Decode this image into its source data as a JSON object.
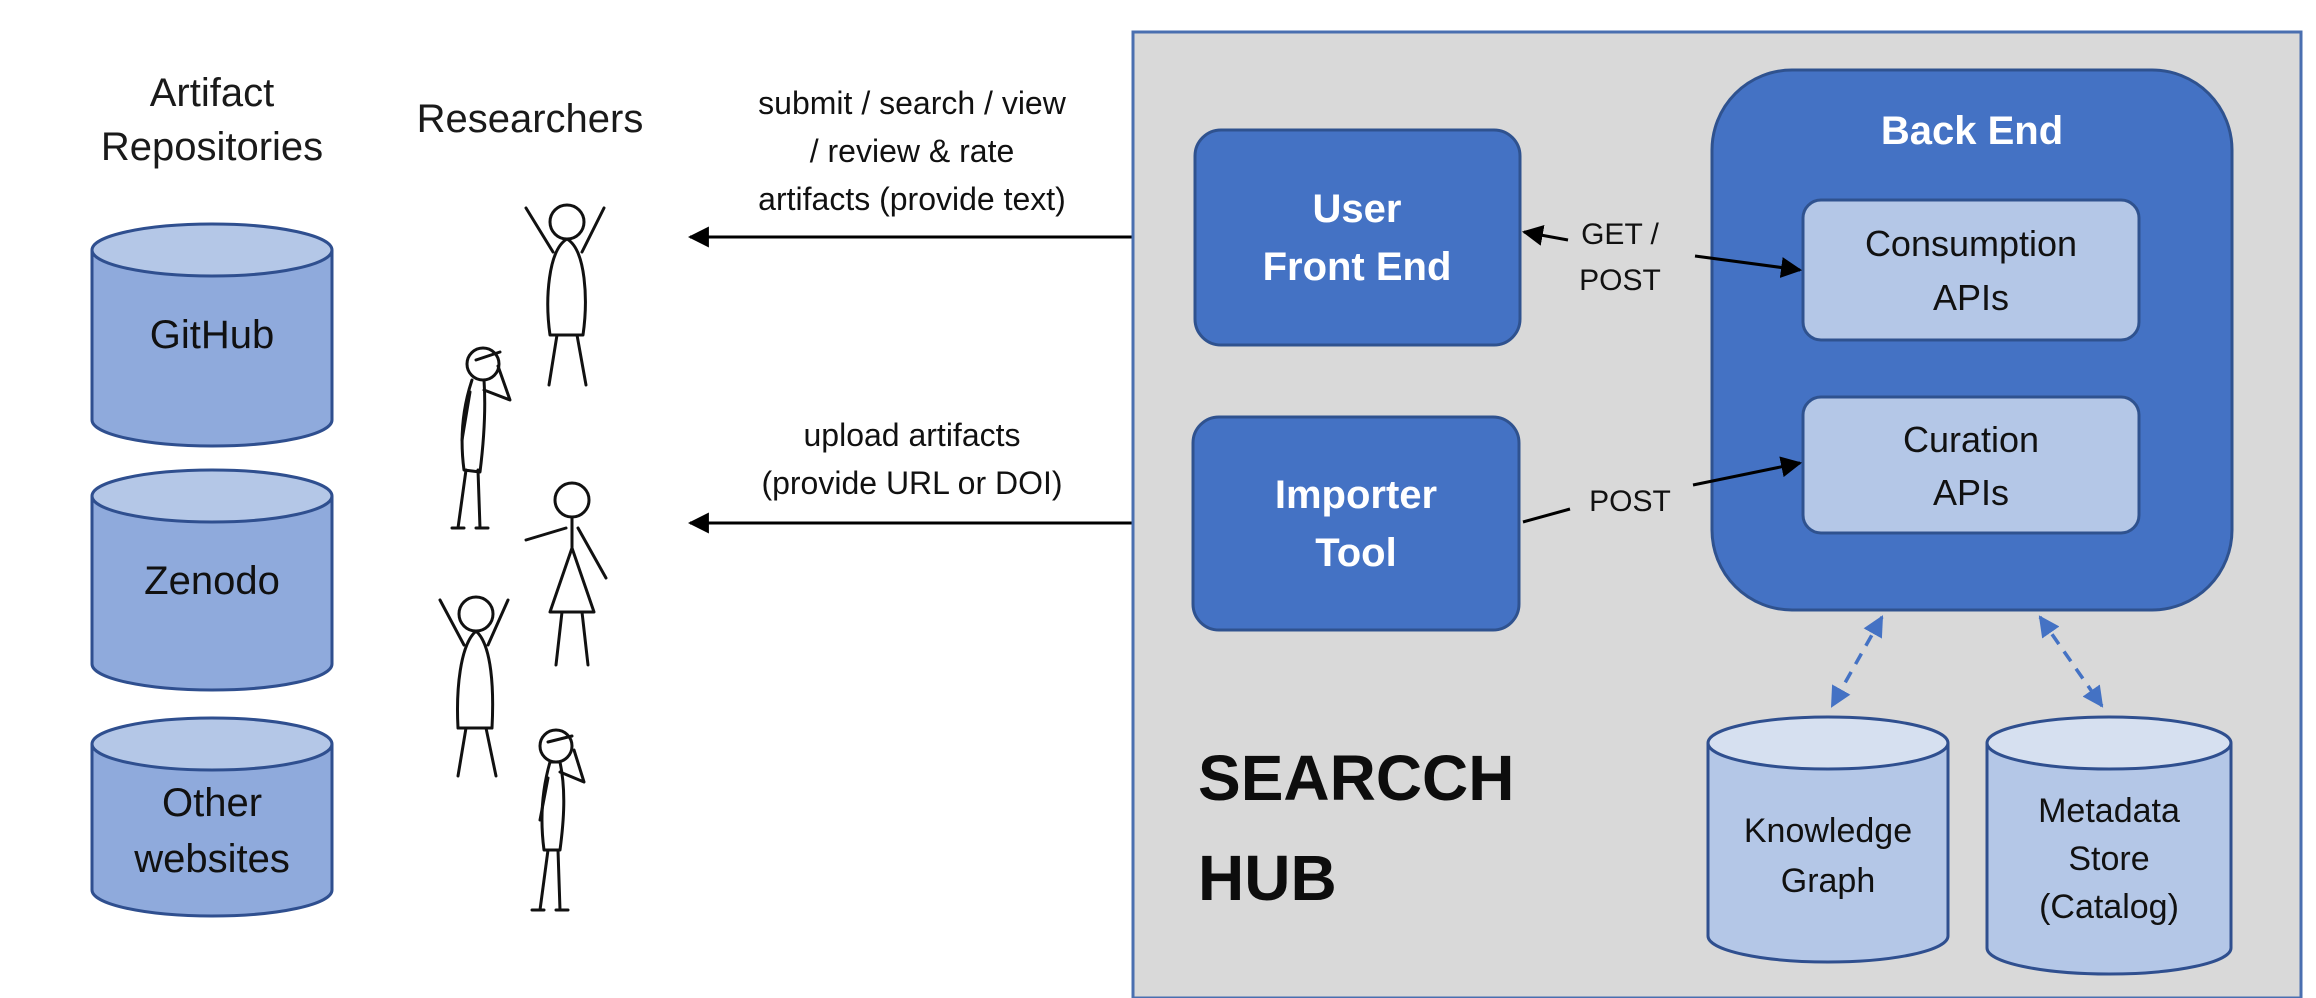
{
  "repositories": {
    "title_line1": "Artifact",
    "title_line2": "Repositories",
    "items": [
      {
        "line1": "GitHub",
        "line2": ""
      },
      {
        "line1": "Zenodo",
        "line2": ""
      },
      {
        "line1": "Other",
        "line2": "websites"
      }
    ]
  },
  "researchers": {
    "title": "Researchers"
  },
  "flows": {
    "top": {
      "line1": "submit / search / view",
      "line2": "/ review & rate",
      "line3": "artifacts (provide text)"
    },
    "bottom": {
      "line1": "upload artifacts",
      "line2": "(provide URL or DOI)"
    },
    "get_post": {
      "line1": "GET /",
      "line2": "POST"
    },
    "post": "POST"
  },
  "hub": {
    "title_line1": "SEARCCH",
    "title_line2": "HUB",
    "user_front_end": {
      "line1": "User",
      "line2": "Front End"
    },
    "importer_tool": {
      "line1": "Importer",
      "line2": "Tool"
    },
    "back_end": {
      "title": "Back End",
      "consumption": {
        "line1": "Consumption",
        "line2": "APIs"
      },
      "curation": {
        "line1": "Curation",
        "line2": "APIs"
      }
    },
    "stores": {
      "knowledge_graph": {
        "line1": "Knowledge",
        "line2": "Graph",
        "line3": ""
      },
      "metadata_store": {
        "line1": "Metadata",
        "line2": "Store",
        "line3": "(Catalog)"
      }
    }
  },
  "colors": {
    "box_blue": "#4472c4",
    "light_blue": "#b4c7e7",
    "cyl_blue": "#8faadc",
    "hub_bg": "#d9d9d9",
    "hub_border": "#4a6fb0",
    "dashed_blue": "#4472c4"
  }
}
